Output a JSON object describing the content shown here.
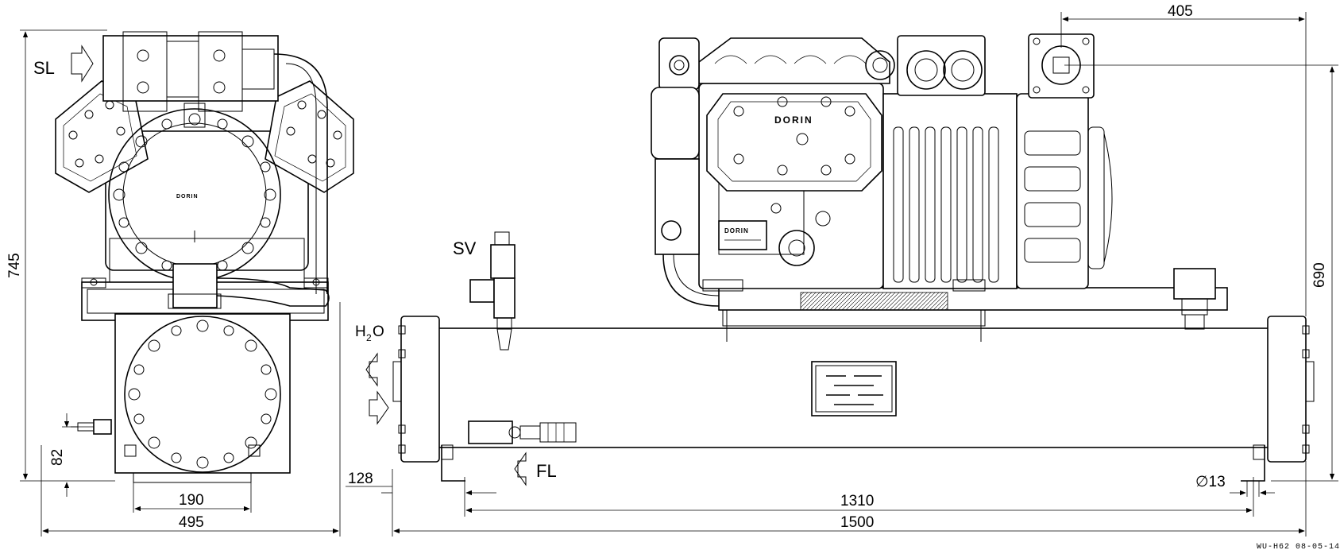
{
  "labels": {
    "suction_line": "SL",
    "safety_valve": "SV",
    "water_h": "H",
    "water_sub": "2",
    "water_o": "O",
    "fluid_line": "FL",
    "brand_head": "DORIN",
    "brand_plate": "DORIN"
  },
  "dimensions": {
    "d405": "405",
    "d745": "745",
    "d690": "690",
    "d82": "82",
    "d190": "190",
    "d495": "495",
    "d128": "128",
    "d1310": "1310",
    "d1500": "1500",
    "d13": "∅13"
  },
  "drawing_ref": "WU-H62  08-05-14"
}
